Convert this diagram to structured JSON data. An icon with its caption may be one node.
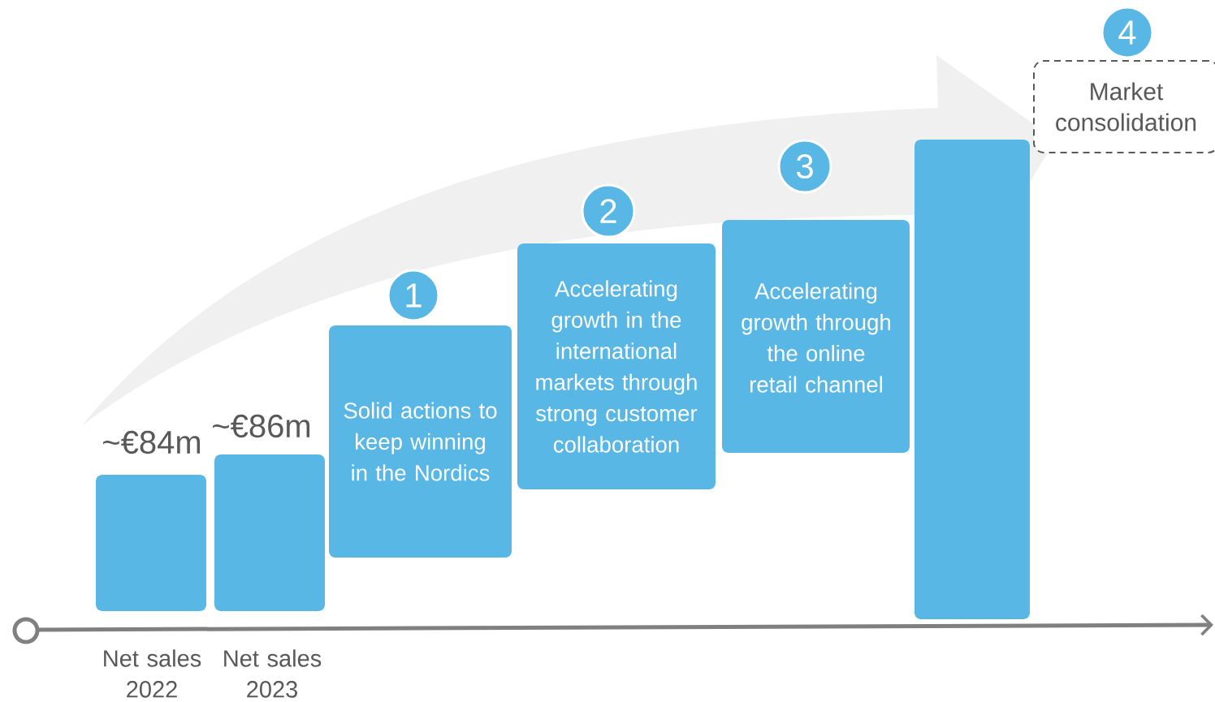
{
  "diagram": {
    "nodes": [
      {
        "text": [],
        "shape": "bar",
        "beside": [
          "~€84m",
          "Net sales 2022"
        ]
      },
      {
        "text": [],
        "shape": "bar",
        "beside": [
          "~€86m",
          "Net sales 2023"
        ]
      },
      {
        "text": [
          "1"
        ]
      },
      {
        "text": [
          "Solid actions to keep winning in the Nordics"
        ]
      },
      {
        "text": [
          "2"
        ]
      },
      {
        "text": [
          "Accelerating growth in the international markets through strong customer collaboration"
        ]
      },
      {
        "text": [
          "3"
        ]
      },
      {
        "text": [
          "Accelerating growth through the online retail channel"
        ]
      },
      {
        "text": [],
        "shape": "bar"
      },
      {
        "text": [
          "4"
        ]
      },
      {
        "text": [
          "Market consolidation"
        ]
      }
    ]
  }
}
